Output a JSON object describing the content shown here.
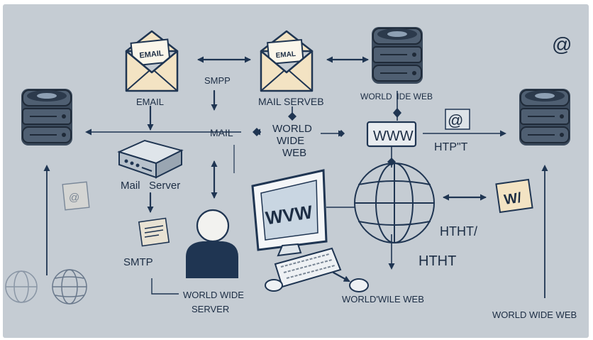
{
  "labels": {
    "email_env_text": "EMAIL",
    "email_caption": "EMAIL",
    "mail_env_text": "EMAL",
    "smpp": "SMPP",
    "mail_serveb": "MAIL SERVEB",
    "world_ide_web": "WORLD  IDE WEB",
    "mail": "MAIL",
    "www_center_line1": "WORLD",
    "www_center_line2": "WIDE",
    "www_center_line3": "WEB",
    "www_box": "WWW",
    "at_top": "@",
    "at_mid": "@",
    "htpt": "HTP\"T",
    "mail_server": "Mail   Server",
    "monitor_www": "WVW",
    "htht_slash": "HTHT/",
    "htht": "HTHT",
    "smtp": "SMTP",
    "world_wide_server_line1": "WORLD WIDE",
    "world_wide_server_line2": "SERVER",
    "world_wile_web": "WORLD'WILE WEB",
    "world_wide_web_right": "WORLD WIDE WEB",
    "card_glyph": "W/"
  },
  "colors": {
    "background": "#c5ccd3",
    "ink": "#1f3552",
    "envelope": "#f3e3c3",
    "screen": "#c9d6e2"
  },
  "icons": [
    "database-icon",
    "envelope-icon",
    "server-box-icon",
    "user-icon",
    "monitor-icon",
    "keyboard-icon",
    "mouse-icon",
    "globe-icon",
    "at-icon"
  ]
}
